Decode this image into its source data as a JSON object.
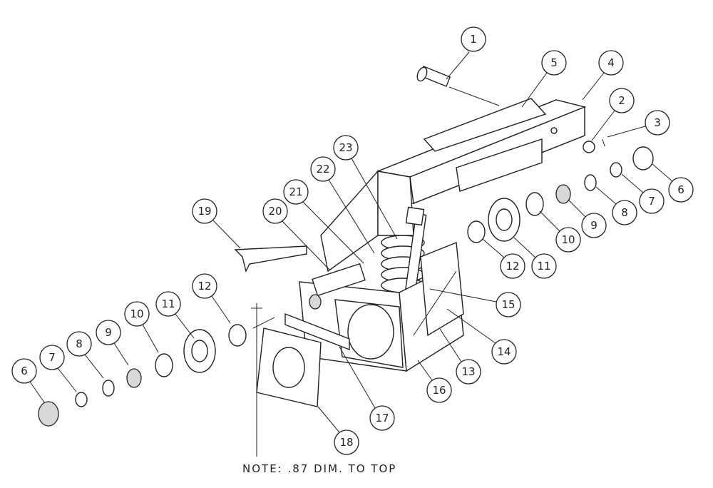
{
  "callouts": [
    {
      "label": "1"
    },
    {
      "label": "2"
    },
    {
      "label": "3"
    },
    {
      "label": "4"
    },
    {
      "label": "5"
    },
    {
      "label": "6"
    },
    {
      "label": "7"
    },
    {
      "label": "8"
    },
    {
      "label": "9"
    },
    {
      "label": "10"
    },
    {
      "label": "11"
    },
    {
      "label": "12"
    },
    {
      "label": "11"
    },
    {
      "label": "12"
    },
    {
      "label": "10"
    },
    {
      "label": "9"
    },
    {
      "label": "8"
    },
    {
      "label": "7"
    },
    {
      "label": "6"
    },
    {
      "label": "13"
    },
    {
      "label": "14"
    },
    {
      "label": "15"
    },
    {
      "label": "16"
    },
    {
      "label": "17"
    },
    {
      "label": "18"
    },
    {
      "label": "19"
    },
    {
      "label": "20"
    },
    {
      "label": "21"
    },
    {
      "label": "22"
    },
    {
      "label": "23"
    }
  ],
  "note": "NOTE: .87 DIM. TO TOP"
}
